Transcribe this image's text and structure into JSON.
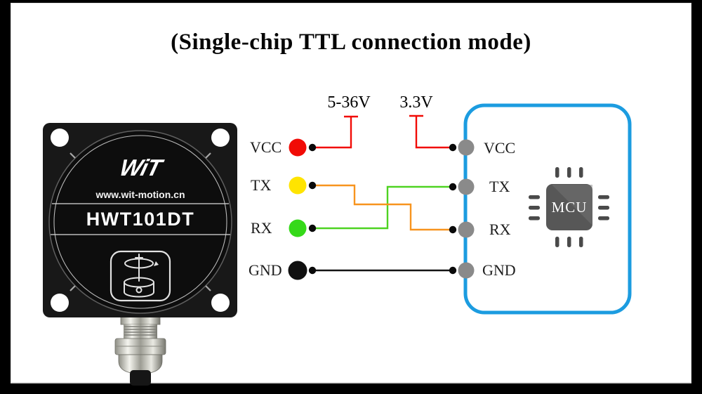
{
  "title": "(Single-chip TTL connection mode)",
  "power": {
    "sensor_supply": "5-36V",
    "mcu_supply": "3.3V",
    "supply_line_color": "#F10B06"
  },
  "sensor": {
    "brand_logo": "WiT",
    "website": "www.wit-motion.cn",
    "model": "HWT101DT",
    "body_color": "#181818",
    "pins": [
      {
        "label": "VCC",
        "dot_color": "#F10B06"
      },
      {
        "label": "TX",
        "dot_color": "#FFE400"
      },
      {
        "label": "RX",
        "dot_color": "#35D919"
      },
      {
        "label": "GND",
        "dot_color": "#101010"
      }
    ]
  },
  "mcu": {
    "chip_label": "MCU",
    "board_outline_color": "#1C9CE0",
    "pin_pad_color": "#8A8A8A",
    "pins": [
      "VCC",
      "TX",
      "RX",
      "GND"
    ]
  },
  "wires": [
    {
      "name": "sensor-vcc-to-5-36v",
      "color": "#F10B06"
    },
    {
      "name": "3-3v-to-mcu-vcc",
      "color": "#F10B06"
    },
    {
      "name": "sensor-tx-to-mcu-rx",
      "color": "#F7941E"
    },
    {
      "name": "sensor-rx-to-mcu-tx",
      "color": "#4ED321"
    },
    {
      "name": "sensor-gnd-to-mcu-gnd",
      "color": "#141414"
    }
  ]
}
